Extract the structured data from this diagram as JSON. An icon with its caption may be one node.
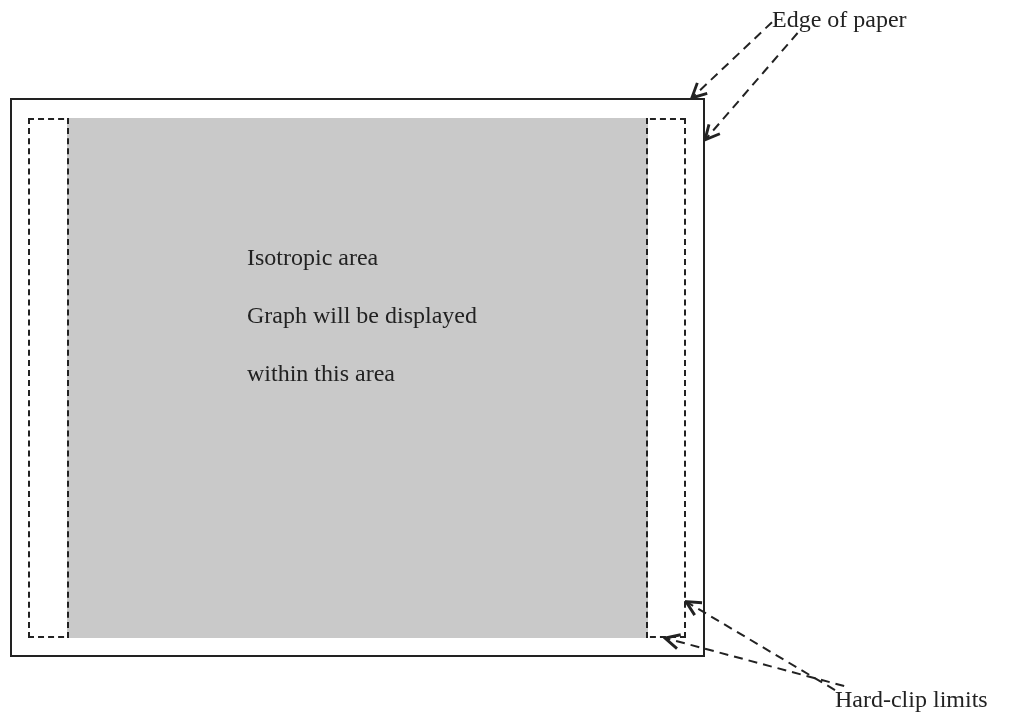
{
  "diagram": {
    "nodes": [
      {
        "text": [],
        "shape": "box"
      },
      {
        "text": [],
        "shape": "box",
        "in": 0
      },
      {
        "text": [
          "Isotropic area",
          "Graph will be displayed within this area"
        ],
        "in": 1
      },
      {
        "text": [
          "Edge of paper"
        ]
      },
      {
        "text": [
          "Hard-clip limits"
        ]
      }
    ],
    "edges": [
      {
        "from": 3,
        "to": 0,
        "arrow": "to",
        "style": "dashed"
      },
      {
        "from": 3,
        "to": 0,
        "arrow": "to",
        "style": "dashed"
      },
      {
        "from": 4,
        "to": 1,
        "arrow": "to",
        "style": "dashed"
      },
      {
        "from": 4,
        "to": 1,
        "arrow": "to",
        "style": "dashed"
      }
    ]
  }
}
